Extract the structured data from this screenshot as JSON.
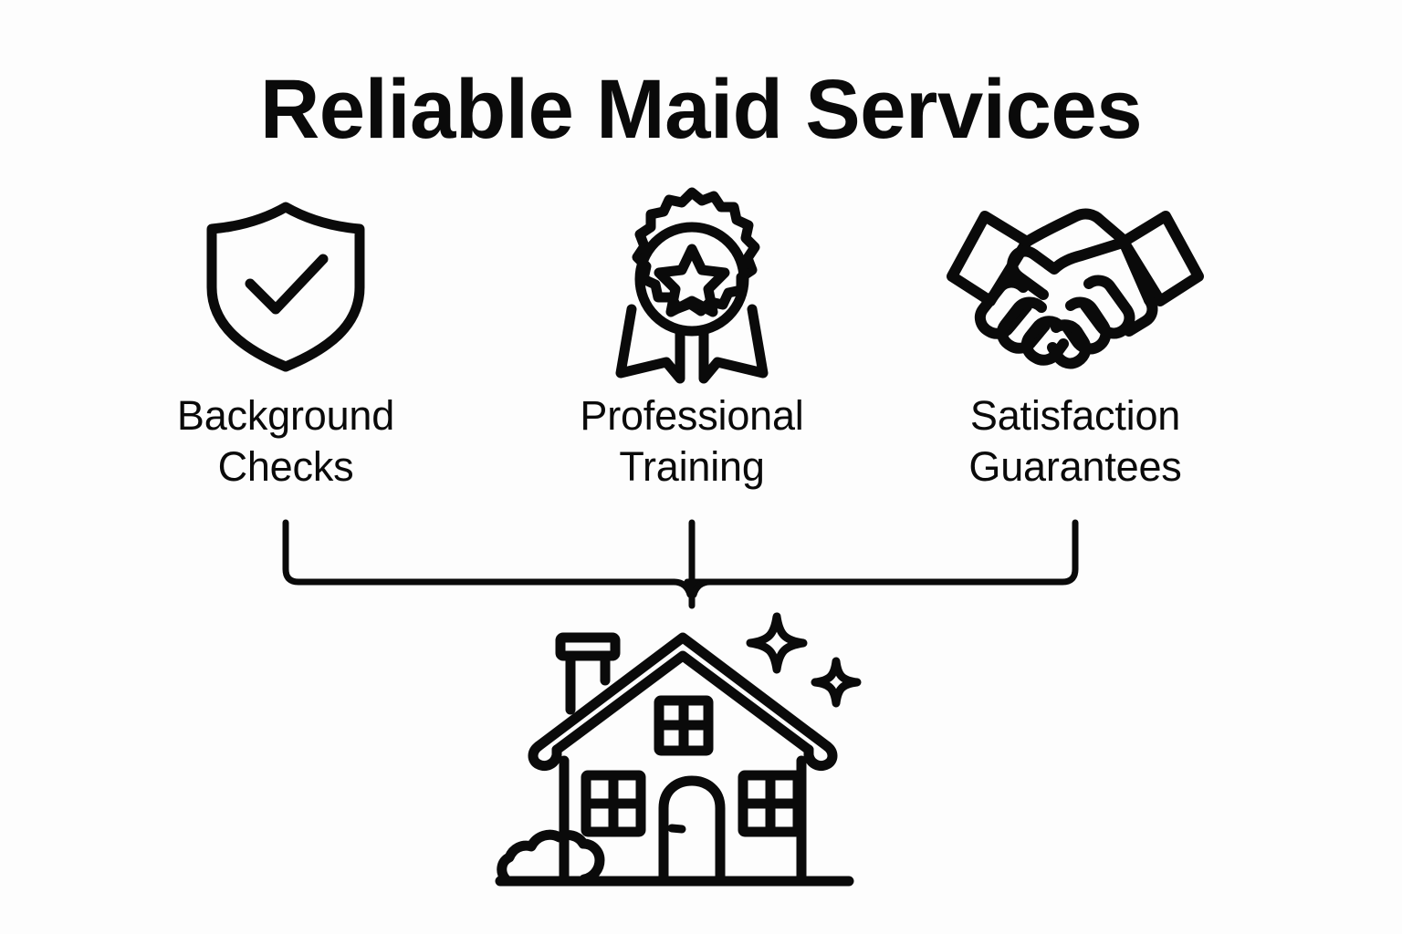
{
  "page": {
    "title": "Reliable Maid Services",
    "background_color": "#fdfdfd",
    "ink_color": "#0a0a0a"
  },
  "features": [
    {
      "icon": "shield-check-icon",
      "label_line_1": "Background",
      "label_line_2": "Checks",
      "label": "Background Checks"
    },
    {
      "icon": "award-badge-star-icon",
      "label_line_1": "Professional",
      "label_line_2": "Training",
      "label": "Professional Training"
    },
    {
      "icon": "handshake-icon",
      "label_line_1": "Satisfaction",
      "label_line_2": "Guarantees",
      "label": "Satisfaction Guarantees"
    }
  ],
  "connector": {
    "type": "curly-brace-down",
    "branches": 3
  },
  "result": {
    "icon": "sparkling-house-icon",
    "elements": [
      "chimney",
      "roof",
      "attic-window",
      "left-window",
      "right-window",
      "arched-door",
      "door-knob",
      "bush",
      "ground-line",
      "sparkle-large",
      "sparkle-small"
    ]
  }
}
